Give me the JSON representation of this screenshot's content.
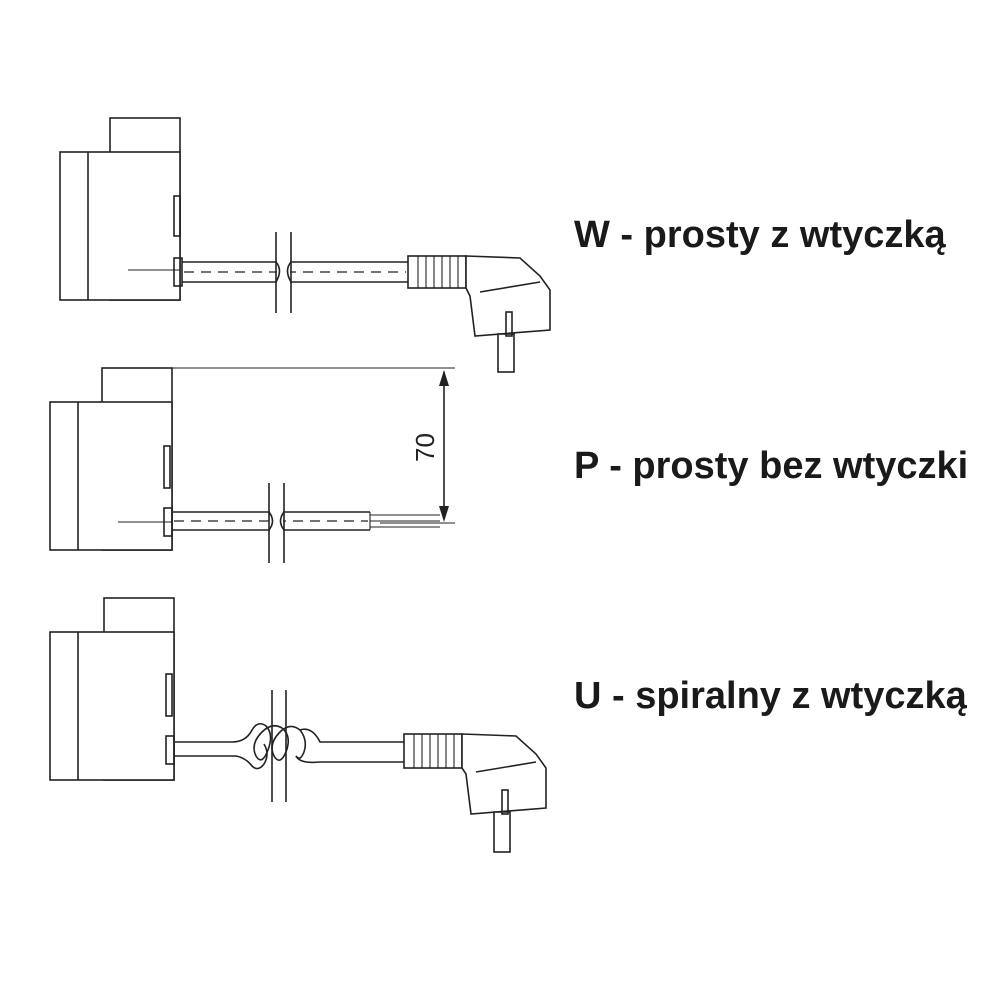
{
  "variants": [
    {
      "label": "W - prosty z wtyczką",
      "cable": "straight",
      "plug": true
    },
    {
      "label": "P - prosty bez wtyczki",
      "cable": "straight",
      "plug": false
    },
    {
      "label": "U - spiralny z wtyczką",
      "cable": "spiral",
      "plug": true
    }
  ],
  "dimension": {
    "value": "70"
  },
  "colors": {
    "line": "#222222",
    "background": "#ffffff",
    "text": "#1a1a1a"
  }
}
